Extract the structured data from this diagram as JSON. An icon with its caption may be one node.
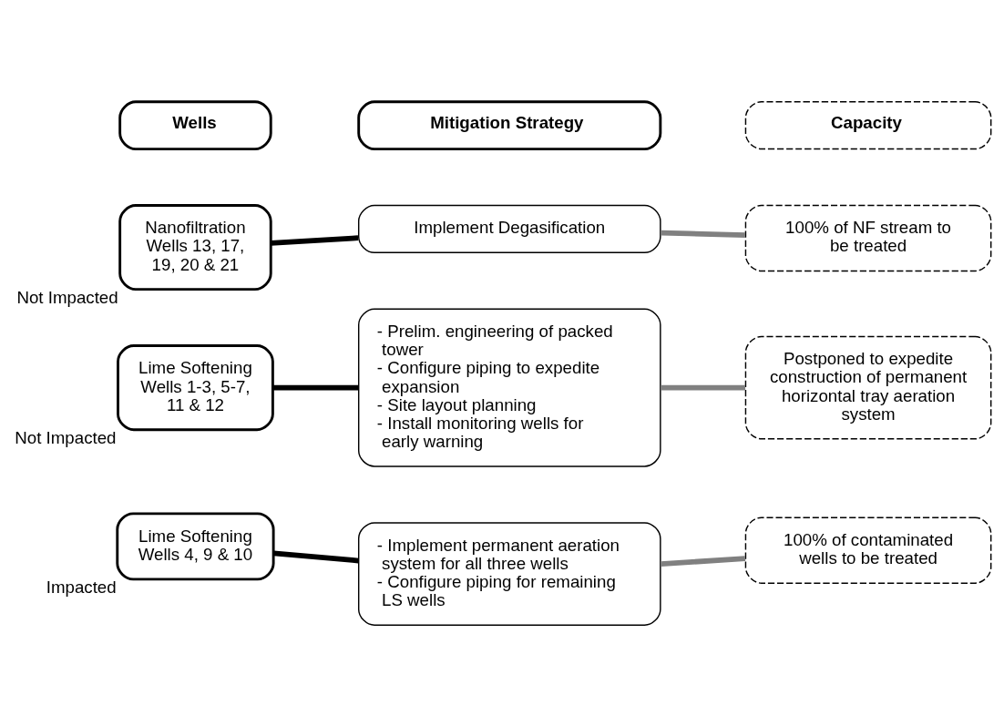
{
  "diagram": {
    "nodes": [
      {
        "text": [
          "Wells"
        ]
      },
      {
        "text": [
          "Mitigation Strategy"
        ]
      },
      {
        "text": [
          "Capacity"
        ]
      },
      {
        "text": [
          "Nanofiltration Wells 13, 17, 19, 20 & 21"
        ],
        "beside": [
          "Not Impacted"
        ]
      },
      {
        "text": [
          "Implement Degasification"
        ]
      },
      {
        "text": [
          "100% of NF stream to be treated"
        ]
      },
      {
        "text": [
          "Lime Softening Wells 1-3, 5-7, 11 & 12"
        ],
        "beside": [
          "Not Impacted"
        ]
      },
      {
        "text": [
          "- Prelim. engineering of packed tower",
          "- Configure piping to expedite expansion",
          "- Site layout planning",
          "- Install monitoring wells for early warning"
        ]
      },
      {
        "text": [
          "Postponed to expedite construction of permanent horizontal tray aeration system"
        ]
      },
      {
        "text": [
          "Lime Softening Wells 4, 9 & 10"
        ],
        "beside": [
          "Impacted"
        ]
      },
      {
        "text": [
          "- Implement permanent aeration system for all three wells",
          "- Configure piping for remaining LS wells"
        ]
      },
      {
        "text": [
          "100% of contaminated wells to be treated"
        ]
      }
    ],
    "edges": [
      {
        "from": 3,
        "to": 4,
        "arrow": "none"
      },
      {
        "from": 4,
        "to": 5,
        "arrow": "none",
        "color": "#808080"
      },
      {
        "from": 6,
        "to": 7,
        "arrow": "none"
      },
      {
        "from": 7,
        "to": 8,
        "arrow": "none",
        "color": "#808080"
      },
      {
        "from": 9,
        "to": 10,
        "arrow": "none"
      },
      {
        "from": 10,
        "to": 11,
        "arrow": "none",
        "color": "#808080"
      }
    ]
  }
}
